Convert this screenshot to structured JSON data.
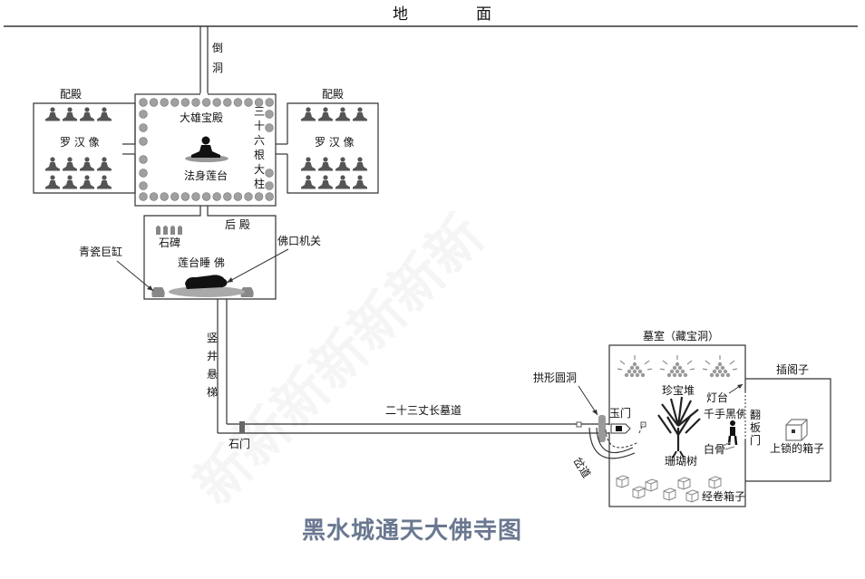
{
  "labels": {
    "ground_left": "地",
    "ground_right": "面",
    "inverted_cave": "倒洞",
    "side_hall_left": "配殿",
    "side_hall_right": "配殿",
    "arhat_left": "罗 汉 像",
    "arhat_right": "罗 汉 像",
    "main_hall": "大雄宝殿",
    "pillars": "三十六根大柱",
    "lotus_platform": "法身莲台",
    "back_hall": "后  殿",
    "stele": "石碑",
    "jars": "青瓷巨缸",
    "sleeping_buddha": "莲台睡 佛",
    "mechanism": "佛口机关",
    "shaft_ladder": "竖井悬梯",
    "stone_gate": "石门",
    "tomb_passage": "二十三丈长墓道",
    "arch_cave": "拱形圆洞",
    "side_path": "岔道",
    "jade_gate": "玉门",
    "tomb_chamber": "墓室（藏宝洞）",
    "treasure_pile": "珍宝堆",
    "lamp_stand": "灯台",
    "black_buddha": "千手黑佛",
    "bones": "白骨",
    "flip_door": "翻板门",
    "coral_tree": "珊瑚树",
    "sutra_boxes": "经卷箱子",
    "side_room": "插阁子",
    "locked_box": "上锁的箱子",
    "map_title": "黑水城通天大佛寺图"
  },
  "colors": {
    "line": "#333333",
    "pillar": "#a0a0a0",
    "figure": "#555555",
    "title": "#6a7890"
  }
}
